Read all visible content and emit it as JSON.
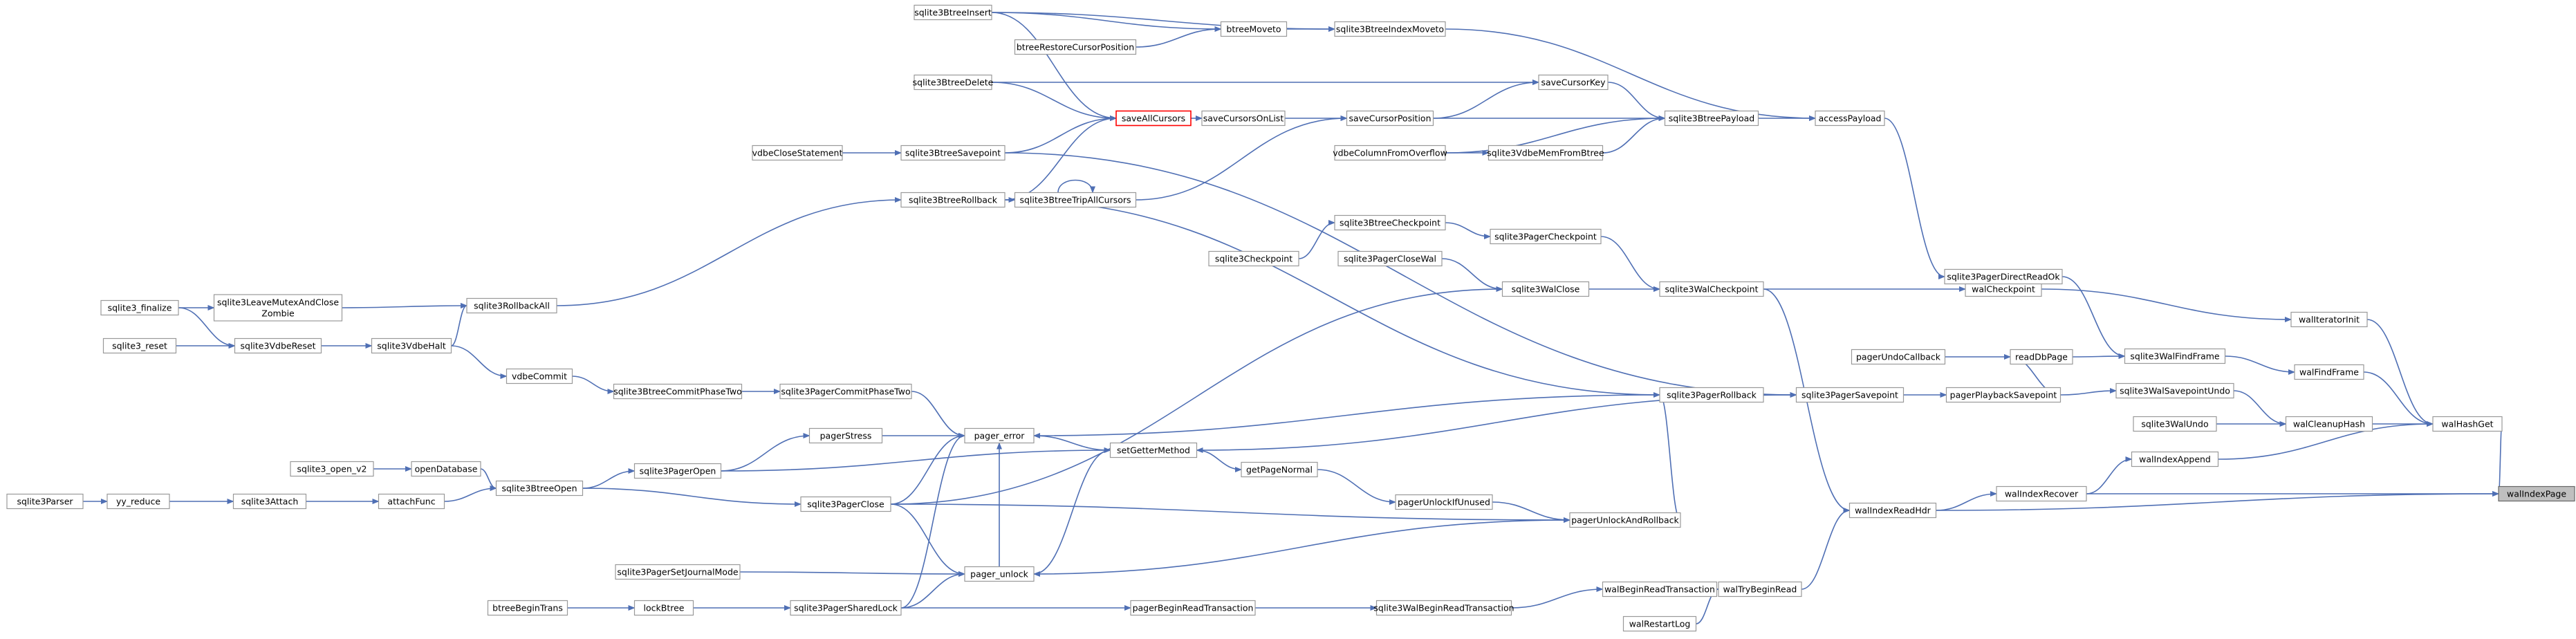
{
  "graph": {
    "colors": {
      "edge": "#4f6fb4",
      "node_border": "#999999",
      "focus_fill": "#bfbfbf",
      "highlight_border": "#ff0000",
      "background": "#ffffff"
    },
    "nodes": [
      {
        "id": "sqlite3BtreeInsert",
        "label": "sqlite3BtreeInsert"
      },
      {
        "id": "btreeMoveto",
        "label": "btreeMoveto"
      },
      {
        "id": "sqlite3BtreeIndexMoveto",
        "label": "sqlite3BtreeIndexMoveto"
      },
      {
        "id": "btreeRestoreCursorPosition",
        "label": "btreeRestoreCursorPosition"
      },
      {
        "id": "sqlite3BtreeDelete",
        "label": "sqlite3BtreeDelete"
      },
      {
        "id": "saveCursorKey",
        "label": "saveCursorKey"
      },
      {
        "id": "saveAllCursors",
        "label": "saveAllCursors",
        "highlight": true
      },
      {
        "id": "saveCursorsOnList",
        "label": "saveCursorsOnList"
      },
      {
        "id": "saveCursorPosition",
        "label": "saveCursorPosition"
      },
      {
        "id": "sqlite3BtreePayload",
        "label": "sqlite3BtreePayload"
      },
      {
        "id": "accessPayload",
        "label": "accessPayload"
      },
      {
        "id": "vdbeCloseStatement",
        "label": "vdbeCloseStatement"
      },
      {
        "id": "sqlite3BtreeSavepoint",
        "label": "sqlite3BtreeSavepoint"
      },
      {
        "id": "vdbeColumnFromOverflow",
        "label": "vdbeColumnFromOverflow"
      },
      {
        "id": "sqlite3VdbeMemFromBtree",
        "label": "sqlite3VdbeMemFromBtree"
      },
      {
        "id": "sqlite3BtreeRollback",
        "label": "sqlite3BtreeRollback"
      },
      {
        "id": "sqlite3BtreeTripAllCursors",
        "label": "sqlite3BtreeTripAllCursors"
      },
      {
        "id": "sqlite3BtreeCheckpoint",
        "label": "sqlite3BtreeCheckpoint"
      },
      {
        "id": "sqlite3PagerCheckpoint",
        "label": "sqlite3PagerCheckpoint"
      },
      {
        "id": "sqlite3Checkpoint",
        "label": "sqlite3Checkpoint"
      },
      {
        "id": "sqlite3PagerCloseWal",
        "label": "sqlite3PagerCloseWal"
      },
      {
        "id": "sqlite3WalClose",
        "label": "sqlite3WalClose"
      },
      {
        "id": "sqlite3WalCheckpoint",
        "label": "sqlite3WalCheckpoint"
      },
      {
        "id": "walCheckpoint",
        "label": "walCheckpoint"
      },
      {
        "id": "walIteratorInit",
        "label": "walIteratorInit"
      },
      {
        "id": "sqlite3_finalize",
        "label": "sqlite3_finalize"
      },
      {
        "id": "sqlite3LeaveMutexAndCloseZombie",
        "label": "sqlite3LeaveMutexAndClose",
        "label2": "Zombie"
      },
      {
        "id": "sqlite3RollbackAll",
        "label": "sqlite3RollbackAll"
      },
      {
        "id": "sqlite3_reset",
        "label": "sqlite3_reset"
      },
      {
        "id": "sqlite3VdbeReset",
        "label": "sqlite3VdbeReset"
      },
      {
        "id": "sqlite3VdbeHalt",
        "label": "sqlite3VdbeHalt"
      },
      {
        "id": "sqlite3PagerDirectReadOk",
        "label": "sqlite3PagerDirectReadOk"
      },
      {
        "id": "pagerUndoCallback",
        "label": "pagerUndoCallback"
      },
      {
        "id": "readDbPage",
        "label": "readDbPage"
      },
      {
        "id": "sqlite3WalFindFrame",
        "label": "sqlite3WalFindFrame"
      },
      {
        "id": "walFindFrame",
        "label": "walFindFrame"
      },
      {
        "id": "vdbeCommit",
        "label": "vdbeCommit"
      },
      {
        "id": "sqlite3BtreeCommitPhaseTwo",
        "label": "sqlite3BtreeCommitPhaseTwo"
      },
      {
        "id": "sqlite3PagerCommitPhaseTwo",
        "label": "sqlite3PagerCommitPhaseTwo"
      },
      {
        "id": "sqlite3PagerRollback",
        "label": "sqlite3PagerRollback"
      },
      {
        "id": "sqlite3PagerSavepoint",
        "label": "sqlite3PagerSavepoint"
      },
      {
        "id": "pagerPlaybackSavepoint",
        "label": "pagerPlaybackSavepoint"
      },
      {
        "id": "sqlite3WalSavepointUndo",
        "label": "sqlite3WalSavepointUndo"
      },
      {
        "id": "pagerStress",
        "label": "pagerStress"
      },
      {
        "id": "pager_error",
        "label": "pager_error"
      },
      {
        "id": "sqlite3WalUndo",
        "label": "sqlite3WalUndo"
      },
      {
        "id": "walCleanupHash",
        "label": "walCleanupHash"
      },
      {
        "id": "walHashGet",
        "label": "walHashGet"
      },
      {
        "id": "setGetterMethod",
        "label": "setGetterMethod"
      },
      {
        "id": "walIndexAppend",
        "label": "walIndexAppend"
      },
      {
        "id": "sqlite3_open_v2",
        "label": "sqlite3_open_v2"
      },
      {
        "id": "openDatabase",
        "label": "openDatabase"
      },
      {
        "id": "sqlite3PagerOpen",
        "label": "sqlite3PagerOpen"
      },
      {
        "id": "getPageNormal",
        "label": "getPageNormal"
      },
      {
        "id": "sqlite3Parser",
        "label": "sqlite3Parser"
      },
      {
        "id": "yy_reduce",
        "label": "yy_reduce"
      },
      {
        "id": "sqlite3Attach",
        "label": "sqlite3Attach"
      },
      {
        "id": "attachFunc",
        "label": "attachFunc"
      },
      {
        "id": "sqlite3BtreeOpen",
        "label": "sqlite3BtreeOpen"
      },
      {
        "id": "sqlite3PagerClose",
        "label": "sqlite3PagerClose"
      },
      {
        "id": "pagerUnlockIfUnused",
        "label": "pagerUnlockIfUnused"
      },
      {
        "id": "walIndexRecover",
        "label": "walIndexRecover"
      },
      {
        "id": "walIndexPage",
        "label": "walIndexPage",
        "focus": true
      },
      {
        "id": "pagerUnlockAndRollback",
        "label": "pagerUnlockAndRollback"
      },
      {
        "id": "walIndexReadHdr",
        "label": "walIndexReadHdr"
      },
      {
        "id": "sqlite3PagerSetJournalMode",
        "label": "sqlite3PagerSetJournalMode"
      },
      {
        "id": "pager_unlock",
        "label": "pager_unlock"
      },
      {
        "id": "walBeginReadTransaction",
        "label": "walBeginReadTransaction"
      },
      {
        "id": "walTryBeginRead",
        "label": "walTryBeginRead"
      },
      {
        "id": "btreeBeginTrans",
        "label": "btreeBeginTrans"
      },
      {
        "id": "lockBtree",
        "label": "lockBtree"
      },
      {
        "id": "sqlite3PagerSharedLock",
        "label": "sqlite3PagerSharedLock"
      },
      {
        "id": "pagerBeginReadTransaction",
        "label": "pagerBeginReadTransaction"
      },
      {
        "id": "sqlite3WalBeginReadTransaction",
        "label": "sqlite3WalBeginReadTransaction"
      },
      {
        "id": "walRestartLog",
        "label": "walRestartLog"
      }
    ],
    "edges": [
      [
        "sqlite3BtreeInsert",
        "btreeMoveto"
      ],
      [
        "sqlite3BtreeInsert",
        "sqlite3BtreeIndexMoveto"
      ],
      [
        "sqlite3BtreeInsert",
        "saveAllCursors"
      ],
      [
        "btreeMoveto",
        "sqlite3BtreeIndexMoveto"
      ],
      [
        "btreeRestoreCursorPosition",
        "btreeMoveto"
      ],
      [
        "sqlite3BtreeIndexMoveto",
        "accessPayload"
      ],
      [
        "sqlite3BtreeDelete",
        "saveCursorKey"
      ],
      [
        "sqlite3BtreeDelete",
        "saveAllCursors"
      ],
      [
        "saveAllCursors",
        "saveCursorsOnList"
      ],
      [
        "saveCursorsOnList",
        "saveCursorPosition"
      ],
      [
        "saveCursorPosition",
        "saveCursorKey"
      ],
      [
        "saveCursorKey",
        "sqlite3BtreePayload"
      ],
      [
        "saveCursorPosition",
        "sqlite3BtreePayload"
      ],
      [
        "vdbeColumnFromOverflow",
        "sqlite3BtreePayload"
      ],
      [
        "vdbeColumnFromOverflow",
        "sqlite3VdbeMemFromBtree"
      ],
      [
        "sqlite3VdbeMemFromBtree",
        "sqlite3BtreePayload"
      ],
      [
        "sqlite3BtreePayload",
        "accessPayload"
      ],
      [
        "accessPayload",
        "sqlite3PagerDirectReadOk"
      ],
      [
        "vdbeCloseStatement",
        "sqlite3BtreeSavepoint"
      ],
      [
        "sqlite3BtreeSavepoint",
        "saveAllCursors"
      ],
      [
        "sqlite3BtreeSavepoint",
        "sqlite3PagerSavepoint"
      ],
      [
        "sqlite3BtreeRollback",
        "saveAllCursors"
      ],
      [
        "sqlite3BtreeRollback",
        "sqlite3BtreeTripAllCursors"
      ],
      [
        "sqlite3BtreeTripAllCursors",
        "sqlite3BtreeTripAllCursors"
      ],
      [
        "sqlite3BtreeTripAllCursors",
        "saveCursorPosition"
      ],
      [
        "sqlite3BtreeRollback",
        "sqlite3PagerRollback"
      ],
      [
        "sqlite3Checkpoint",
        "sqlite3BtreeCheckpoint"
      ],
      [
        "sqlite3BtreeCheckpoint",
        "sqlite3PagerCheckpoint"
      ],
      [
        "sqlite3PagerCheckpoint",
        "sqlite3WalCheckpoint"
      ],
      [
        "sqlite3PagerCloseWal",
        "sqlite3WalClose"
      ],
      [
        "sqlite3WalClose",
        "sqlite3WalCheckpoint"
      ],
      [
        "sqlite3WalCheckpoint",
        "walCheckpoint"
      ],
      [
        "sqlite3WalCheckpoint",
        "walIndexReadHdr"
      ],
      [
        "walCheckpoint",
        "walIteratorInit"
      ],
      [
        "walIteratorInit",
        "walHashGet"
      ],
      [
        "sqlite3_finalize",
        "sqlite3LeaveMutexAndCloseZombie"
      ],
      [
        "sqlite3_finalize",
        "sqlite3VdbeReset"
      ],
      [
        "sqlite3LeaveMutexAndCloseZombie",
        "sqlite3RollbackAll"
      ],
      [
        "sqlite3_reset",
        "sqlite3VdbeReset"
      ],
      [
        "sqlite3VdbeReset",
        "sqlite3VdbeHalt"
      ],
      [
        "sqlite3VdbeHalt",
        "sqlite3RollbackAll"
      ],
      [
        "sqlite3VdbeHalt",
        "vdbeCommit"
      ],
      [
        "sqlite3RollbackAll",
        "sqlite3BtreeRollback"
      ],
      [
        "sqlite3PagerDirectReadOk",
        "sqlite3WalFindFrame"
      ],
      [
        "pagerUndoCallback",
        "readDbPage"
      ],
      [
        "readDbPage",
        "sqlite3WalFindFrame"
      ],
      [
        "sqlite3WalFindFrame",
        "walFindFrame"
      ],
      [
        "walFindFrame",
        "walHashGet"
      ],
      [
        "vdbeCommit",
        "sqlite3BtreeCommitPhaseTwo"
      ],
      [
        "sqlite3BtreeCommitPhaseTwo",
        "sqlite3PagerCommitPhaseTwo"
      ],
      [
        "sqlite3PagerCommitPhaseTwo",
        "pager_error"
      ],
      [
        "sqlite3PagerRollback",
        "pager_error"
      ],
      [
        "sqlite3PagerRollback",
        "sqlite3PagerSavepoint"
      ],
      [
        "sqlite3PagerSavepoint",
        "pagerPlaybackSavepoint"
      ],
      [
        "sqlite3PagerSavepoint",
        "setGetterMethod"
      ],
      [
        "pagerPlaybackSavepoint",
        "sqlite3WalSavepointUndo"
      ],
      [
        "pagerPlaybackSavepoint",
        "readDbPage"
      ],
      [
        "sqlite3WalSavepointUndo",
        "walCleanupHash"
      ],
      [
        "sqlite3WalUndo",
        "walCleanupHash"
      ],
      [
        "walCleanupHash",
        "walHashGet"
      ],
      [
        "walIndexAppend",
        "walHashGet"
      ],
      [
        "walHashGet",
        "walIndexPage"
      ],
      [
        "pagerStress",
        "pager_error"
      ],
      [
        "pager_error",
        "setGetterMethod"
      ],
      [
        "sqlite3_open_v2",
        "openDatabase"
      ],
      [
        "openDatabase",
        "sqlite3BtreeOpen"
      ],
      [
        "sqlite3Parser",
        "yy_reduce"
      ],
      [
        "yy_reduce",
        "sqlite3Attach"
      ],
      [
        "sqlite3Attach",
        "attachFunc"
      ],
      [
        "attachFunc",
        "sqlite3BtreeOpen"
      ],
      [
        "sqlite3BtreeOpen",
        "sqlite3PagerOpen"
      ],
      [
        "sqlite3BtreeOpen",
        "sqlite3PagerClose"
      ],
      [
        "sqlite3PagerOpen",
        "pagerStress"
      ],
      [
        "sqlite3PagerOpen",
        "setGetterMethod"
      ],
      [
        "sqlite3PagerClose",
        "pager_error"
      ],
      [
        "sqlite3PagerClose",
        "sqlite3WalClose"
      ],
      [
        "sqlite3PagerClose",
        "pager_unlock"
      ],
      [
        "sqlite3PagerClose",
        "pagerUnlockAndRollback"
      ],
      [
        "setGetterMethod",
        "getPageNormal"
      ],
      [
        "getPageNormal",
        "pagerUnlockIfUnused"
      ],
      [
        "pagerUnlockIfUnused",
        "pagerUnlockAndRollback"
      ],
      [
        "pagerUnlockAndRollback",
        "sqlite3PagerRollback"
      ],
      [
        "pagerUnlockAndRollback",
        "pager_unlock"
      ],
      [
        "pager_unlock",
        "setGetterMethod"
      ],
      [
        "pager_unlock",
        "pager_error"
      ],
      [
        "sqlite3PagerSetJournalMode",
        "pager_unlock"
      ],
      [
        "btreeBeginTrans",
        "lockBtree"
      ],
      [
        "lockBtree",
        "sqlite3PagerSharedLock"
      ],
      [
        "sqlite3PagerSharedLock",
        "pager_unlock"
      ],
      [
        "sqlite3PagerSharedLock",
        "pager_error"
      ],
      [
        "sqlite3PagerSharedLock",
        "pagerBeginReadTransaction"
      ],
      [
        "pagerBeginReadTransaction",
        "sqlite3WalBeginReadTransaction"
      ],
      [
        "sqlite3WalBeginReadTransaction",
        "walBeginReadTransaction"
      ],
      [
        "walBeginReadTransaction",
        "walTryBeginRead"
      ],
      [
        "walRestartLog",
        "walTryBeginRead"
      ],
      [
        "walTryBeginRead",
        "walIndexReadHdr"
      ],
      [
        "walIndexReadHdr",
        "walIndexRecover"
      ],
      [
        "walIndexReadHdr",
        "walIndexPage"
      ],
      [
        "walIndexRecover",
        "walIndexAppend"
      ],
      [
        "walIndexRecover",
        "walIndexPage"
      ]
    ]
  }
}
